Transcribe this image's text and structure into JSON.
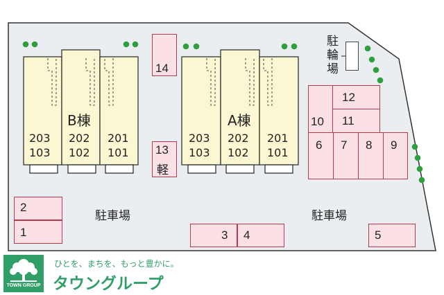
{
  "buildings": {
    "b": {
      "name": "B棟",
      "units_upper": [
        "203",
        "202",
        "201"
      ],
      "units_lower": [
        "103",
        "102",
        "101"
      ]
    },
    "a": {
      "name": "A棟",
      "units_upper": [
        "203",
        "202",
        "201"
      ],
      "units_lower": [
        "103",
        "102",
        "101"
      ]
    }
  },
  "bicycle_parking": "駐輪場",
  "parking_lot_labels": [
    "駐車場",
    "駐車場"
  ],
  "parking_spaces": [
    "1",
    "2",
    "3",
    "4",
    "5",
    "6",
    "7",
    "8",
    "9",
    "10",
    "11",
    "12",
    "13",
    "軽",
    "14"
  ],
  "brand": {
    "name_en": "TOWN GROUP",
    "slogan": "ひとを、まちを、もっと豊かに。",
    "name_jp": "タウングループ"
  },
  "colors": {
    "site_fill": "#ebeef1",
    "building_fill": "#fbf7d3",
    "parking_fill": "#fbe0e6",
    "parking_border": "#b23a4e",
    "tree": "#2e9e3e",
    "brand_green": "#2f9e67"
  }
}
